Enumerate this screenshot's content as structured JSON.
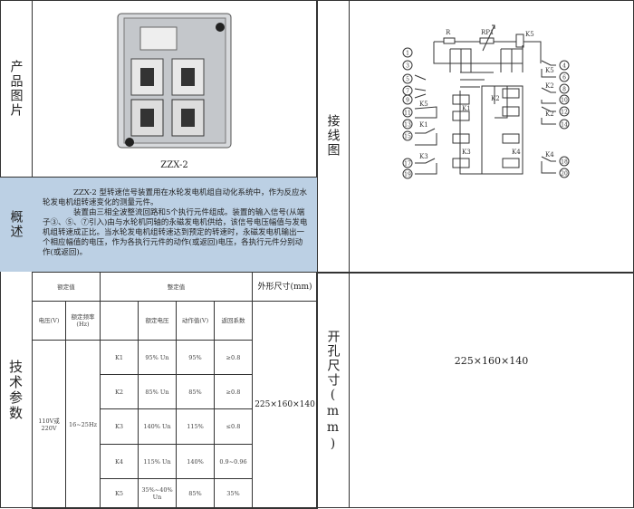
{
  "product": {
    "label": "产品图片",
    "model_caption": "ZZX-2"
  },
  "overview": {
    "label": "概述",
    "paragraphs": [
      "ZZX-2 型转速信号装置用在水轮发电机组自动化系统中，作为反应水轮发电机组转速变化的测量元件。",
      "装置由三相全波整流回路和5个执行元件组成。装置的输入信号(从端子③、⑤、⑦引入)由与水轮机同轴的永磁发电机供给，该信号电压幅值与发电机组转速成正比。当水轮发电机组转速达到预定的转速时，永磁发电机输出一个相应幅值的电压，作为各执行元件的动作(或返回)电压，各执行元件分别动作(或返回)。"
    ]
  },
  "tech": {
    "label": "技术参数",
    "headers": {
      "rated": "额定值",
      "setting": "整定值",
      "size": "外形尺寸(mm)",
      "voltage": "电压(V)",
      "frequency": "额定频率(Hz)",
      "rated_voltage": "额定电压",
      "action": "动作值(V)",
      "return": "返回系数"
    },
    "rated_voltage_value": "110V或220V",
    "rated_frequency_value": "16~25Hz",
    "size_value": "225×160×140",
    "rows": [
      {
        "name": "K1",
        "rated": "95% Un",
        "action": "95%",
        "return": "≥0.8"
      },
      {
        "name": "K2",
        "rated": "85% Un",
        "action": "85%",
        "return": "≥0.8"
      },
      {
        "name": "K3",
        "rated": "140% Un",
        "action": "115%",
        "return": "≤0.8"
      },
      {
        "name": "K4",
        "rated": "115% Un",
        "action": "140%",
        "return": "0.9~0.96"
      },
      {
        "name": "K5",
        "rated": "35%~40% Un",
        "action": "85%",
        "return": "35%"
      }
    ]
  },
  "wiring": {
    "label": "接线图",
    "components": [
      "R",
      "RP1",
      "K5",
      "K1",
      "K2",
      "K3",
      "K4"
    ],
    "terminals_left": [
      "1",
      "3",
      "5",
      "7",
      "9",
      "11",
      "13",
      "15",
      "17",
      "19"
    ],
    "terminals_right": [
      "4",
      "6",
      "8",
      "10",
      "12",
      "14",
      "18",
      "20"
    ],
    "contacts": [
      "K5",
      "K1",
      "K3",
      "K5",
      "K2",
      "K2",
      "K4"
    ]
  },
  "cutout": {
    "label": "开孔尺寸(mm)",
    "value": "225×160×140"
  }
}
